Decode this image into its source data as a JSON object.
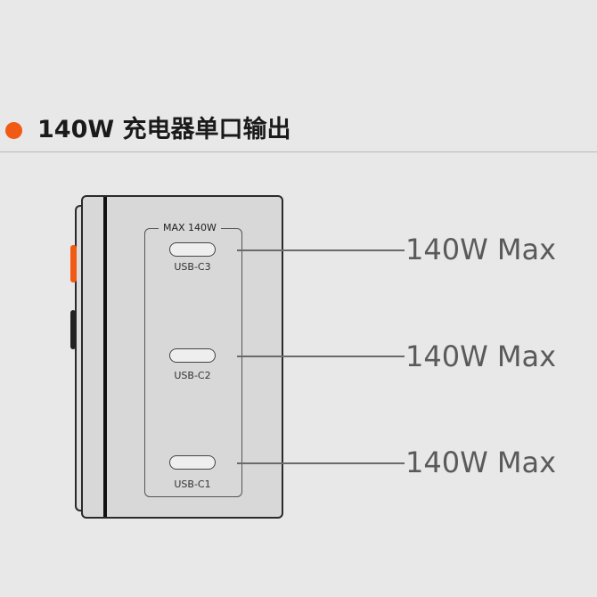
{
  "header": {
    "title": "140W 充电器单口输出",
    "accent_color": "#f05a14"
  },
  "charger": {
    "panel_label": "MAX 140W",
    "ports": [
      {
        "label": "USB-C3",
        "spec": "140W Max"
      },
      {
        "label": "USB-C2",
        "spec": "140W Max"
      },
      {
        "label": "USB-C1",
        "spec": "140W Max"
      }
    ]
  }
}
